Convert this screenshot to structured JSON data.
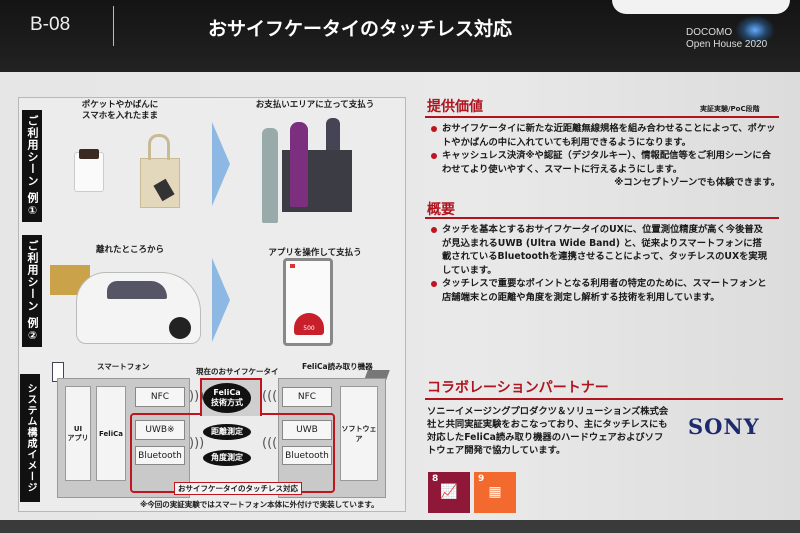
{
  "header": {
    "booth_code": "B-08",
    "title": "おサイフケータイのタッチレス対応",
    "event_line1": "DOCOMO",
    "event_line2": "Open House 2020"
  },
  "scenes": [
    {
      "label": "ご利用シーン 例①",
      "before_caption": "ポケットやかばんに\nスマホを入れたまま",
      "after_caption": "お支払いエリアに立って支払う"
    },
    {
      "label": "ご利用シーン 例②",
      "before_caption": "離れたところから",
      "after_caption": "アプリを操作して支払う",
      "app_amount": "500"
    }
  ],
  "system": {
    "label": "システム構成イメージ",
    "smartphone_label": "スマートフォン",
    "current_label": "現在のおサイフケータイ",
    "reader_label": "FeliCa読み取り機器",
    "phone_columns": [
      "UI\nアプリ",
      "FeliCa"
    ],
    "phone_modules": [
      "NFC",
      "UWB※",
      "Bluetooth"
    ],
    "reader_modules": [
      "NFC",
      "UWB",
      "Bluetooth"
    ],
    "reader_column": "ソフトウェア",
    "felica_tech": "FeliCa\n技術方式",
    "distance": "距離測定",
    "angle": "角度測定",
    "touchless_label": "おサイフケータイのタッチレス対応",
    "footnote": "※今回の実証実験ではスマートフォン本体に外付けで実装しています。"
  },
  "value": {
    "heading": "提供価値",
    "stage": "実証実験/PoC段階",
    "bullets": [
      "おサイフケータイに新たな近距離無線規格を組み合わせることによって、ポケットやかばんの中に入れていても利用できるようになります。",
      "キャッシュレス決済※や認証（デジタルキー）、情報配信等をご利用シーンに合わせてより使いやすく、スマートに行えるようにします。"
    ],
    "note": "※コンセプトゾーンでも体験できます。"
  },
  "overview": {
    "heading": "概要",
    "bullets": [
      "タッチを基本とするおサイフケータイのUXに、位置測位精度が高く今後普及が見込まれるUWB (Ultra Wide Band) と、従来よりスマートフォンに搭載されているBluetoothを連携させることによって、タッチレスのUXを実現しています。",
      "タッチレスで重要なポイントとなる利用者の特定のために、スマートフォンと店舗端末との距離や角度を測定し解析する技術を利用しています。"
    ]
  },
  "partner": {
    "heading": "コラボレーションパートナー",
    "text": "ソニーイメージングプロダクツ＆ソリューションズ株式会社と共同実証実験をおこなっており、主にタッチレスにも対応したFeliCa読み取り機器のハードウェアおよびソフトウェア開発で協力しています。",
    "logo": "SONY",
    "sdgs": [
      {
        "number": "8",
        "color": "#8f1838"
      },
      {
        "number": "9",
        "color": "#f26a2e"
      }
    ]
  },
  "colors": {
    "accent": "#b0141e",
    "arrow": "#8db8e4",
    "sony": "#1c2a6e"
  }
}
